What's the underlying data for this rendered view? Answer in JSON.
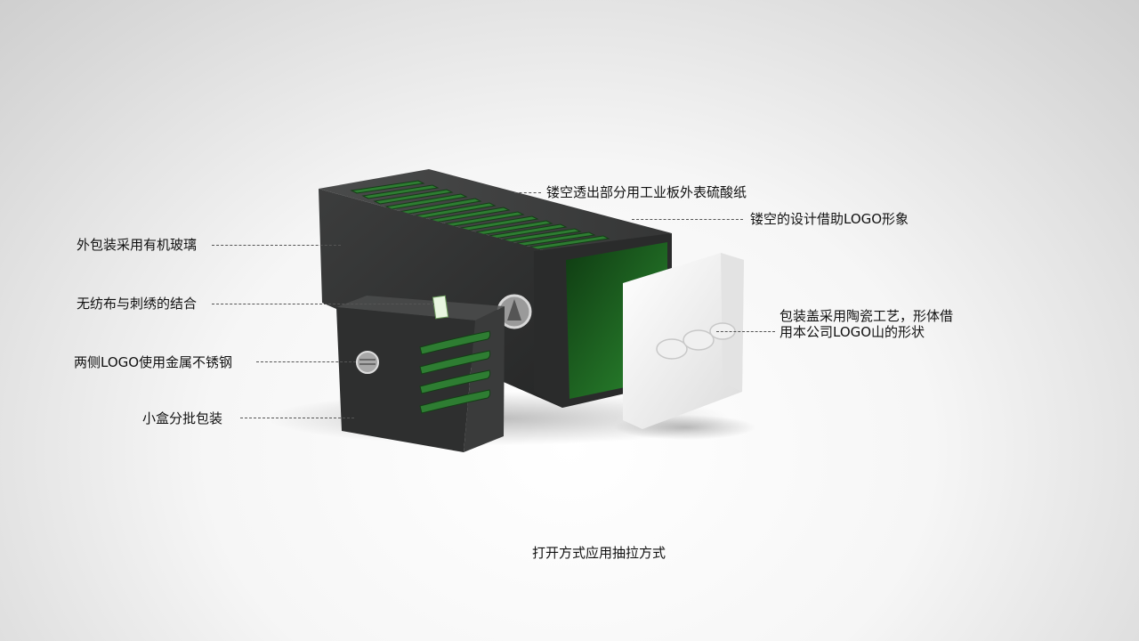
{
  "annotations": {
    "top_label": "镂空透出部分用工业板外表硫酸纸",
    "hollow_label": "镂空的设计借助LOGO形象",
    "outer_label": "外包装采用有机玻璃",
    "fabric_label": "无纺布与刺绣的结合",
    "logo_label": "两侧LOGO使用金属不锈钢",
    "small_box_label": "小盒分批包装",
    "lid_label": "包装盖采用陶瓷工艺，形体借用本公司LOGO山的形状"
  },
  "caption": "打开方式应用抽拉方式",
  "colors": {
    "box_dark": "#2f3030",
    "box_side": "#3a3b3b",
    "inner_green": "#1d5a1f",
    "slot_green": "#2e7d32",
    "lid_white": "#f3f3f3"
  }
}
